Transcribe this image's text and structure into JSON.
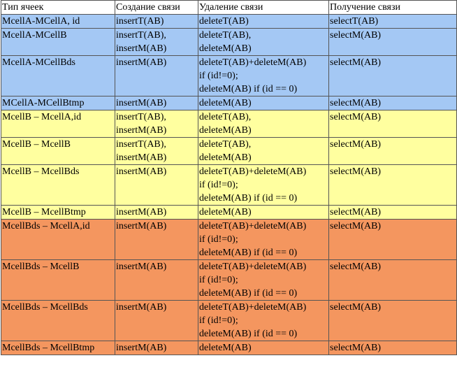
{
  "table": {
    "headers": [
      "Тип ячеек",
      "Создание связи",
      "Удаление связи",
      "Получение связи"
    ],
    "colors": {
      "blue": "#a4c8f4",
      "yellow": "#ffff9f",
      "orange": "#f4965f"
    },
    "rows": [
      {
        "group": "blue",
        "cells": [
          [
            "McellA-MCellA, id"
          ],
          [
            "insertT(AB)"
          ],
          [
            "deleteT(AB)"
          ],
          [
            "selectT(AB)"
          ]
        ]
      },
      {
        "group": "blue",
        "cells": [
          [
            "McellA-MCellB"
          ],
          [
            "insertT(AB),",
            "insertM(AB)"
          ],
          [
            "deleteT(AB),",
            "deleteM(AB)"
          ],
          [
            "selectM(AB)"
          ]
        ]
      },
      {
        "group": "blue",
        "cells": [
          [
            "McellA-MCellBds"
          ],
          [
            "insertM(AB)"
          ],
          [
            "deleteT(AB)+deleteM(AB)",
            "if (id!=0);",
            "deleteM(AB) if (id == 0)"
          ],
          [
            "selectM(AB)"
          ]
        ]
      },
      {
        "group": "blue",
        "cells": [
          [
            "MCellA-MCellBtmp"
          ],
          [
            "insertM(AB)"
          ],
          [
            "deleteM(AB)"
          ],
          [
            "selectM(AB)"
          ]
        ]
      },
      {
        "group": "yellow",
        "cells": [
          [
            "McellB – McellA,id"
          ],
          [
            "insertT(AB),",
            "insertM(AB)"
          ],
          [
            "deleteT(AB),",
            "deleteM(AB)"
          ],
          [
            "selectM(AB)"
          ]
        ]
      },
      {
        "group": "yellow",
        "cells": [
          [
            "McellB – McellB"
          ],
          [
            "insertT(AB),",
            "insertM(AB)"
          ],
          [
            "deleteT(AB),",
            "deleteM(AB)"
          ],
          [
            "selectM(AB)"
          ]
        ]
      },
      {
        "group": "yellow",
        "cells": [
          [
            "McellB – McellBds"
          ],
          [
            "insertM(AB)"
          ],
          [
            "deleteT(AB)+deleteM(AB)",
            "if (id!=0);",
            "deleteM(AB) if (id == 0)"
          ],
          [
            "selectM(AB)"
          ]
        ]
      },
      {
        "group": "yellow",
        "cells": [
          [
            "McellB – McellBtmp"
          ],
          [
            "insertM(AB)"
          ],
          [
            "deleteM(AB)"
          ],
          [
            "selectM(AB)"
          ]
        ]
      },
      {
        "group": "orange",
        "cells": [
          [
            "McellBds – McellA,id"
          ],
          [
            "insertM(AB)"
          ],
          [
            "deleteT(AB)+deleteM(AB)",
            "if (id!=0);",
            "deleteM(AB) if (id == 0)"
          ],
          [
            "selectM(AB)"
          ]
        ]
      },
      {
        "group": "orange",
        "cells": [
          [
            "McellBds – McellB"
          ],
          [
            "insertM(AB)"
          ],
          [
            "deleteT(AB)+deleteM(AB)",
            "if (id!=0);",
            "deleteM(AB) if (id == 0)"
          ],
          [
            "selectM(AB)"
          ]
        ]
      },
      {
        "group": "orange",
        "cells": [
          [
            "McellBds – McellBds"
          ],
          [
            "insertM(AB)"
          ],
          [
            "deleteT(AB)+deleteM(AB)",
            "if (id!=0);",
            "deleteM(AB) if (id == 0)"
          ],
          [
            "selectM(AB)"
          ]
        ]
      },
      {
        "group": "orange",
        "cells": [
          [
            "McellBds – McellBtmp"
          ],
          [
            "insertM(AB)"
          ],
          [
            "deleteM(AB)"
          ],
          [
            "selectM(AB)"
          ]
        ]
      }
    ]
  }
}
